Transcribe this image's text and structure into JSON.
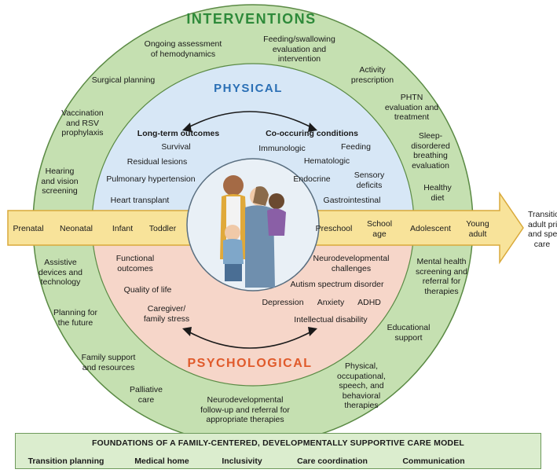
{
  "rings": {
    "interventions": "INTERVENTIONS",
    "physical": "PHYSICAL",
    "psychological": "PSYCHOLOGICAL"
  },
  "interventions_top": [
    "Ongoing assessment\nof hemodynamics",
    "Feeding/swallowing\nevaluation and\nintervention",
    "Surgical planning",
    "Activity\nprescription",
    "PHTN\nevaluation and\ntreatment",
    "Vaccination\nand RSV\nprophylaxis",
    "Sleep-\ndisordered\nbreathing\nevaluation",
    "Hearing\nand vision\nscreening",
    "Healthy\ndiet"
  ],
  "interventions_bottom": [
    "Assistive\ndevices and\ntechnology",
    "Mental health\nscreening and\nreferral for\ntherapies",
    "Planning for\nthe future",
    "Educational\nsupport",
    "Family support\nand resources",
    "Physical,\noccupational,\nspeech, and\nbehavioral\ntherapies",
    "Palliative\ncare",
    "Neurodevelopmental\nfollow-up and referral for\nappropriate therapies"
  ],
  "physical": {
    "longterm_title": "Long-term outcomes",
    "longterm": [
      "Survival",
      "Residual lesions",
      "Pulmonary hypertension",
      "Heart transplant"
    ],
    "cooccur_title": "Co-occuring conditions",
    "cooccur": [
      "Immunologic",
      "Feeding",
      "Hematologic",
      "Endocrine",
      "Sensory\ndeficits",
      "Gastrointestinal"
    ]
  },
  "psychological": {
    "left": [
      "Functional\noutcomes",
      "Quality of life",
      "Caregiver/\nfamily stress"
    ],
    "right": [
      "Neurodevelopmental\nchallenges",
      "Autism spectrum disorder",
      "Depression",
      "Anxiety",
      "ADHD",
      "Intellectual disability"
    ]
  },
  "timeline": {
    "stages": [
      "Prenatal",
      "Neonatal",
      "Infant",
      "Toddler",
      "Preschool",
      "School\nage",
      "Adolescent",
      "Young\nadult"
    ],
    "end_label": "Transition to\nadult primary\nand specialty\ncare"
  },
  "foundation": {
    "title": "FOUNDATIONS OF A FAMILY-CENTERED, DEVELOPMENTALLY SUPPORTIVE CARE MODEL",
    "items": [
      "Transition planning",
      "Medical home",
      "Inclusivity",
      "Care coordination",
      "Communication"
    ]
  },
  "colors": {
    "outer_ring": "#c5e0b1",
    "ring_stroke": "#5a8a44",
    "physical_bg": "#d7e7f6",
    "psych_bg": "#f6d6c9",
    "arrow_fill": "#f8e39a",
    "arrow_stroke": "#d9a93a",
    "interventions_title": "#2e8a3a",
    "physical_title": "#2a6fb5",
    "psych_title": "#e05a2b"
  },
  "icons": [
    "family-illustration",
    "double-arrow-icon"
  ]
}
